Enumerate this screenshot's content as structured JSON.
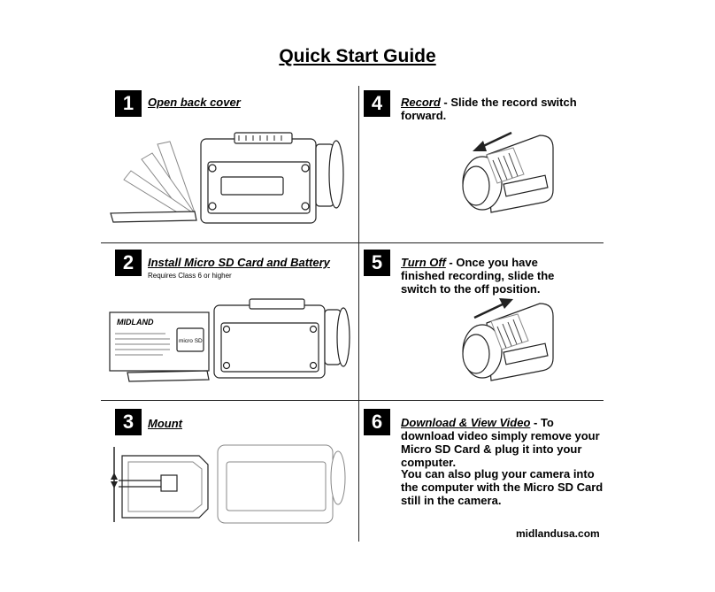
{
  "title": "Quick Start Guide",
  "steps": [
    {
      "num": "1",
      "heading": "Open back cover",
      "rest": ""
    },
    {
      "num": "2",
      "heading": "Install Micro SD Card and Battery",
      "rest": "",
      "note": "Requires Class 6 or higher"
    },
    {
      "num": "3",
      "heading": "Mount",
      "rest": ""
    },
    {
      "num": "4",
      "heading": "Record",
      "rest": " - Slide the record switch forward."
    },
    {
      "num": "5",
      "heading": "Turn Off",
      "rest": " - Once you have finished recording, slide the switch to the off position."
    },
    {
      "num": "6",
      "heading": "Download & View Video",
      "rest": " - To download video simply remove your Micro SD Card & plug it into your computer.",
      "extra": "You can also plug your camera into the computer with the Micro SD Card still in the camera."
    }
  ],
  "battery": {
    "brand": "MIDLAND",
    "sd_label": "micro SD"
  },
  "footer": "midlandusa.com"
}
